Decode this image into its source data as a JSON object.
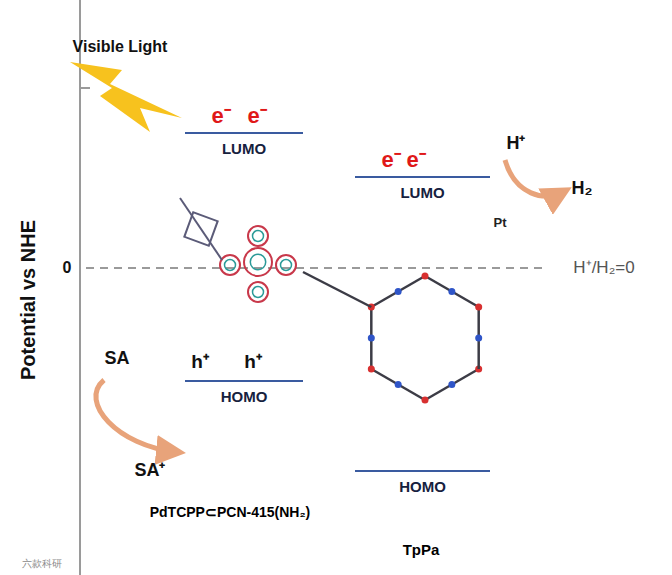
{
  "diagram": {
    "nodes": [
      {
        "text": [
          "PdTCPP⊂PCN-415(NH₂)"
        ]
      },
      {
        "text": [
          "LUMO"
        ],
        "in": 0
      },
      {
        "text": [
          "HOMO"
        ],
        "in": 0
      },
      {
        "text": [
          "TpPa"
        ]
      },
      {
        "text": [
          "LUMO"
        ],
        "in": 3
      },
      {
        "text": [
          "HOMO"
        ],
        "in": 3
      },
      {
        "text": [
          "Pt"
        ]
      }
    ],
    "edges": [
      {
        "from": 2,
        "to": 1,
        "arrow": "to"
      },
      {
        "from": 2,
        "to": 1,
        "arrow": "to"
      },
      {
        "from": 1,
        "to": 4,
        "arrow": "to"
      },
      {
        "from": 4,
        "to": 6,
        "arrow": "to"
      }
    ],
    "labels": [
      "Visible Light",
      "e⁻",
      "e⁻",
      "e⁻",
      "e⁻",
      "h⁺",
      "h⁺",
      "SA",
      "SA⁺",
      "H⁺",
      "H₂",
      "Potential vs NHE",
      "0",
      "H⁺/H₂=0",
      "六款科研"
    ]
  }
}
